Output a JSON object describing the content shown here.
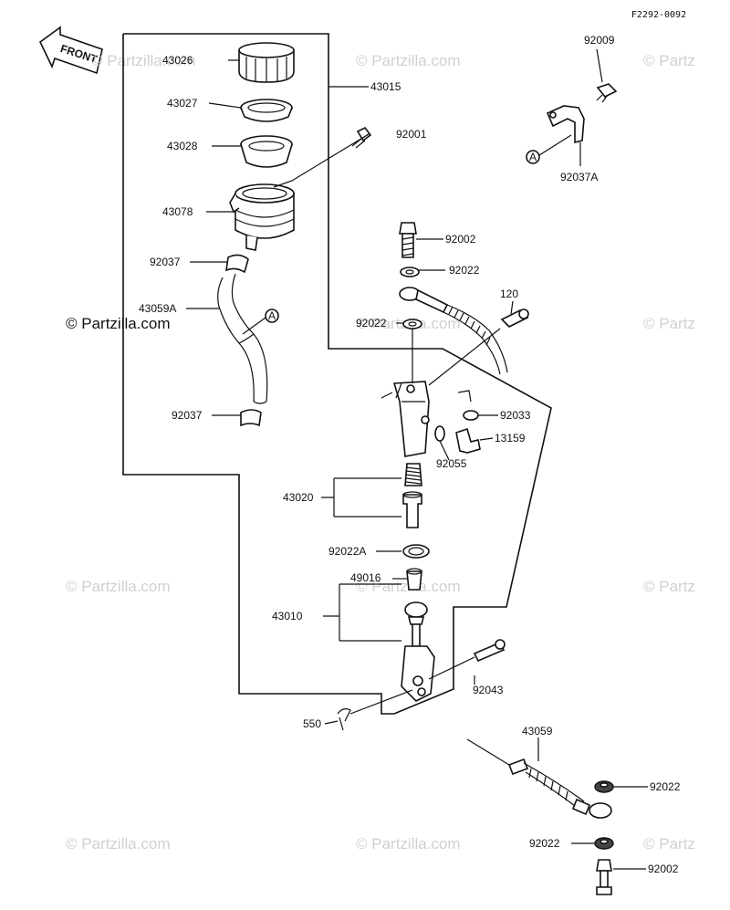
{
  "diagram_code": "F2292-0092",
  "front_label": "FRONT",
  "watermark_brand": "© Partzilla.com",
  "watermark_text": "© Partzilla.com",
  "watermark_partial": "© Partz",
  "marker_letter": "A",
  "parts": {
    "p43026": "43026",
    "p43027": "43027",
    "p43028": "43028",
    "p43078": "43078",
    "p92037_top": "92037",
    "p43059A": "43059A",
    "p92037_bottom": "92037",
    "p43015": "43015",
    "p92001": "92001",
    "p92009": "92009",
    "p92037A": "92037A",
    "p92002_top": "92002",
    "p92022_a": "92022",
    "p120": "120",
    "p92022_b": "92022",
    "p92033": "92033",
    "p13159": "13159",
    "p92055": "92055",
    "p43020": "43020",
    "p92022A": "92022A",
    "p49016": "49016",
    "p43010": "43010",
    "p92043": "92043",
    "p550": "550",
    "p43059": "43059",
    "p92022_c": "92022",
    "p92022_d": "92022",
    "p92002_bottom": "92002"
  }
}
